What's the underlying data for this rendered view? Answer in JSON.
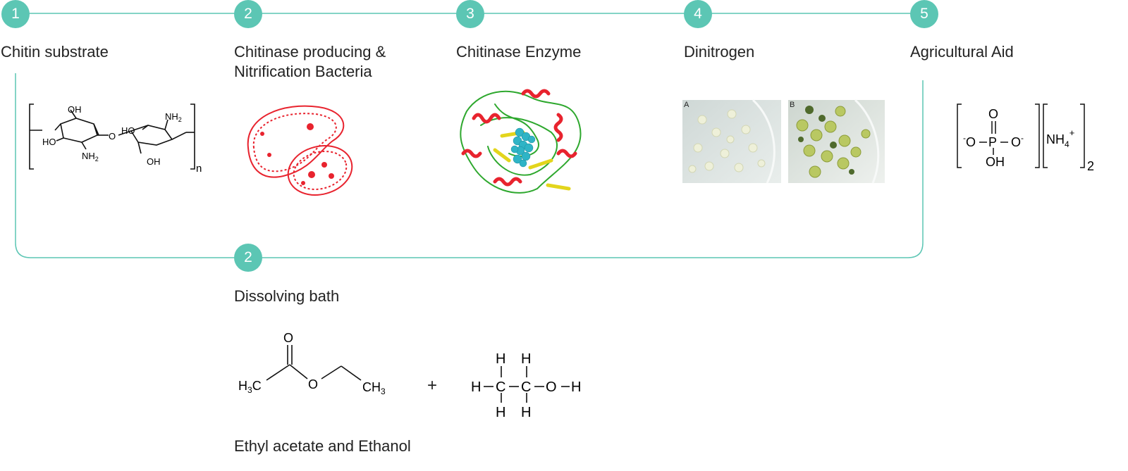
{
  "steps": [
    {
      "number": "1",
      "label": "Chitin substrate"
    },
    {
      "number": "2",
      "label": "Chitinase producing &\nNitrification Bacteria"
    },
    {
      "number": "3",
      "label": "Chitinase Enzyme"
    },
    {
      "number": "4",
      "label": "Dinitrogen"
    },
    {
      "number": "5",
      "label": "Agricultural Aid"
    }
  ],
  "branch": {
    "number": "2",
    "title": "Dissolving bath",
    "caption": "Ethyl acetate and Ethanol"
  },
  "chitin": {
    "oh1": "OH",
    "ho": "HO",
    "nh2a": "NH",
    "nh2sub": "2",
    "o": "O",
    "ho2": "HO",
    "nh2b": "NH",
    "oh2": "OH",
    "n": "n"
  },
  "phosphate": {
    "o_top": "O",
    "p": "P",
    "o_left": "O",
    "o_right": "O",
    "oh": "OH",
    "nh4": "NH",
    "nh4sub": "4",
    "plus": "+",
    "minus": "-",
    "two": "2"
  },
  "ethyl_acetate": {
    "o": "O",
    "h3c": "H",
    "h3c_sub": "3",
    "c": "C",
    "ch3": "CH",
    "ch3_sub": "3",
    "o2": "O"
  },
  "ethanol": {
    "h": "H",
    "c": "C",
    "o": "O"
  },
  "plus_sign": "+",
  "petri": {
    "a": "A",
    "b": "B"
  },
  "colors": {
    "teal": "#5cc6b4",
    "red": "#e8232e",
    "green": "#2ea82e",
    "yellow": "#e3d51c",
    "cyan": "#2fb4c6"
  }
}
